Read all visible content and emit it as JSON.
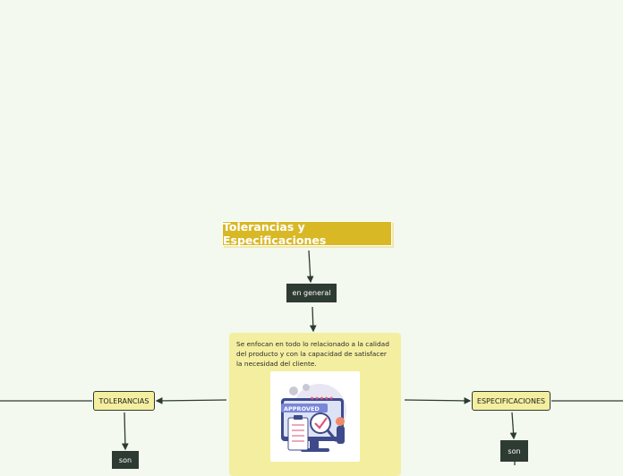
{
  "title": "Tolerancias y Especificaciones",
  "link_top": "en general",
  "center_text": "Se enfocan en todo lo relacionado  a la calidad del producto y con la capacidad de satisfacer la necesidad del cliente.",
  "illustration": {
    "badge_text": "APPROVED",
    "stars": "★★★★★",
    "icon": "approved-checklist-illustration"
  },
  "left_branch": {
    "label": "TOLERANCIAS",
    "link": "son"
  },
  "right_branch": {
    "label": "ESPECIFICACIONES",
    "link": "son"
  },
  "colors": {
    "background": "#f3f9ee",
    "title_fill": "#d9b826",
    "link_fill": "#2e3b33",
    "card_fill": "#f4efa0"
  }
}
